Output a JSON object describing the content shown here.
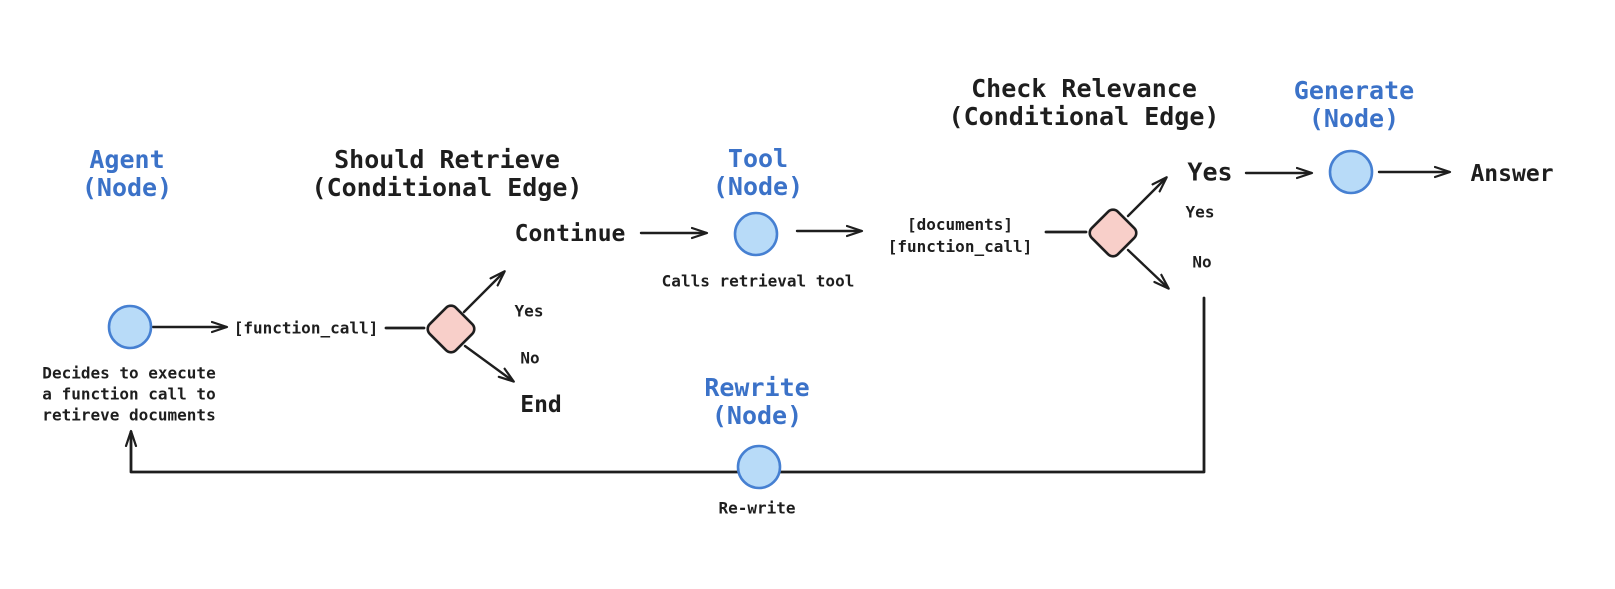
{
  "colors": {
    "background": "#ffffff",
    "title_blue": "#3b72c8",
    "text_dark": "#1e1e1e",
    "node_fill": "#b8dbf8",
    "node_stroke": "#4680d2",
    "diamond_fill": "#f8cfc9",
    "diamond_stroke": "#1e1e1e",
    "arrow": "#1e1e1e"
  },
  "titles": {
    "agent": {
      "line1": "Agent",
      "line2": "(Node)"
    },
    "should_retrieve": {
      "line1": "Should Retrieve",
      "line2": "(Conditional Edge)"
    },
    "tool": {
      "line1": "Tool",
      "line2": "(Node)"
    },
    "check_relevance": {
      "line1": "Check Relevance",
      "line2": "(Conditional Edge)"
    },
    "generate": {
      "line1": "Generate",
      "line2": "(Node)"
    },
    "rewrite": {
      "line1": "Rewrite",
      "line2": "(Node)"
    }
  },
  "labels": {
    "continue": "Continue",
    "function_call": "[function_call]",
    "documents_line1": "[documents]",
    "documents_line2": "[function_call]",
    "yes_left": "Yes",
    "no_left": "No",
    "end": "End",
    "yes_big": "Yes",
    "yes_right": "Yes",
    "no_right": "No",
    "answer": "Answer",
    "rewrite_action": "Re-write"
  },
  "notes": {
    "agent_line1": "Decides to execute",
    "agent_line2": "a function call to",
    "agent_line3": "retireve documents",
    "tool": "Calls retrieval tool"
  }
}
